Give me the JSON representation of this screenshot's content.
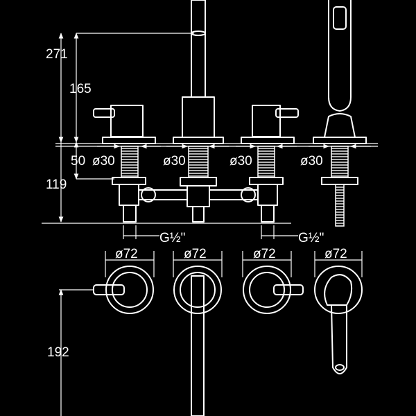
{
  "colors": {
    "background": "#000000",
    "line": "#ffffff"
  },
  "dimensions": {
    "total_height": "271",
    "spout_height": "165",
    "deck_thickness": "50",
    "below_deck": "119",
    "spout_reach": "192",
    "bore_1": "ø30",
    "bore_2": "ø30",
    "bore_3": "ø30",
    "bore_4": "ø30",
    "connection_left": "G½\"",
    "connection_right": "G½\"",
    "rosette_1": "ø72",
    "rosette_2": "ø72",
    "rosette_3": "ø72",
    "rosette_4": "ø72"
  }
}
